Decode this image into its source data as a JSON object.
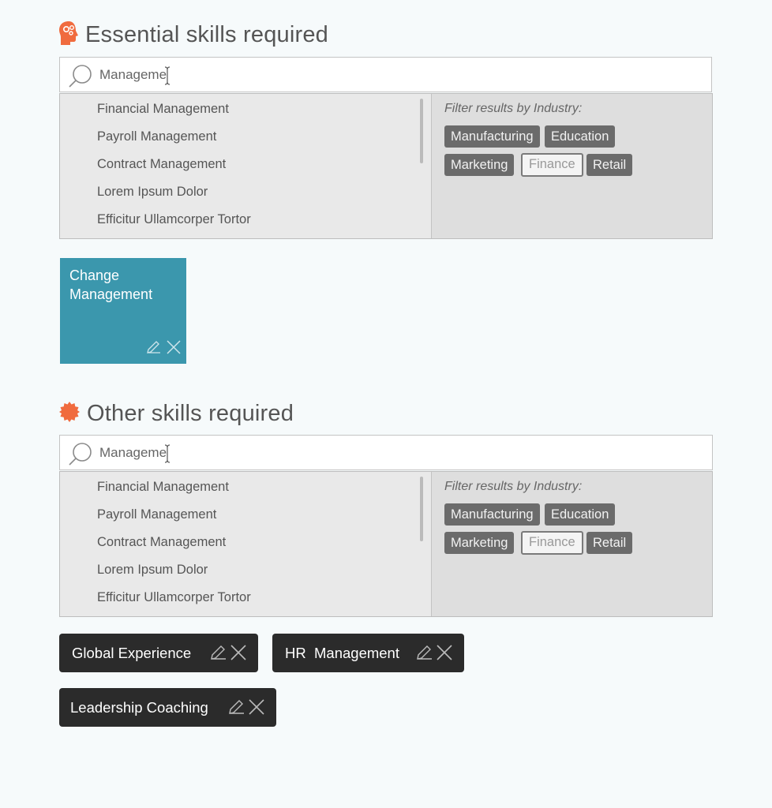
{
  "essential": {
    "title": "Essential skills required",
    "search_value": "Manageme",
    "results": [
      "Financial Management",
      "Payroll Management",
      "Contract Management",
      "Lorem Ipsum Dolor",
      "Efficitur Ullamcorper Tortor"
    ],
    "filter_title": "Filter results by Industry:",
    "industries": [
      "Manufacturing",
      "Education",
      "Marketing",
      "Finance",
      "Retail"
    ],
    "selected_skills": [
      {
        "label": "Change Management"
      }
    ]
  },
  "other": {
    "title": "Other skills required",
    "search_value": "Manageme",
    "results": [
      "Financial Management",
      "Payroll Management",
      "Contract Management",
      "Lorem Ipsum Dolor",
      "Efficitur Ullamcorper Tortor"
    ],
    "filter_title": "Filter results by Industry:",
    "industries": [
      "Manufacturing",
      "Education",
      "Marketing",
      "Finance",
      "Retail"
    ],
    "selected_skills": [
      {
        "label": "Global Experience"
      },
      {
        "label": "HR  Management"
      },
      {
        "label": "Leadership Coaching"
      }
    ]
  },
  "colors": {
    "accent": "#f06b3e",
    "tile": "#3b97ad",
    "tag": "#2b2b2b",
    "chip": "#6b6b6b"
  },
  "icons": {
    "essential": "head-gears-icon",
    "other": "badge-icon",
    "search": "search-icon",
    "edit": "pencil-icon",
    "remove": "close-icon"
  }
}
